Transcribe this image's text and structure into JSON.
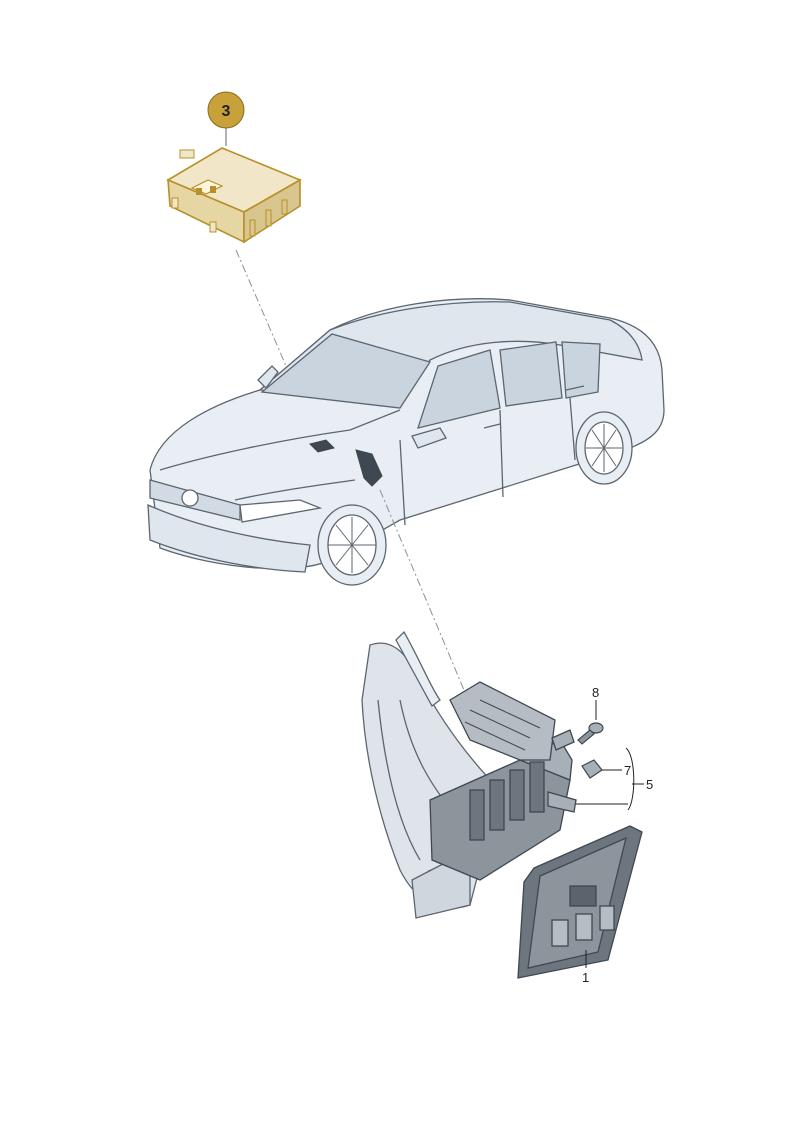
{
  "diagram": {
    "highlight_part": "3",
    "callouts": {
      "part_1": "1",
      "part_5": "5",
      "part_7": "7",
      "part_8": "8"
    },
    "colors": {
      "highlight_fill": "#f1e7c8",
      "highlight_stroke": "#b8902a",
      "badge_fill": "#c9a13a",
      "car_fill": "#e8eef4",
      "line": "#5b6670",
      "dark_part": "#3f4750",
      "bracket_fill": "#dfe4ea"
    }
  }
}
